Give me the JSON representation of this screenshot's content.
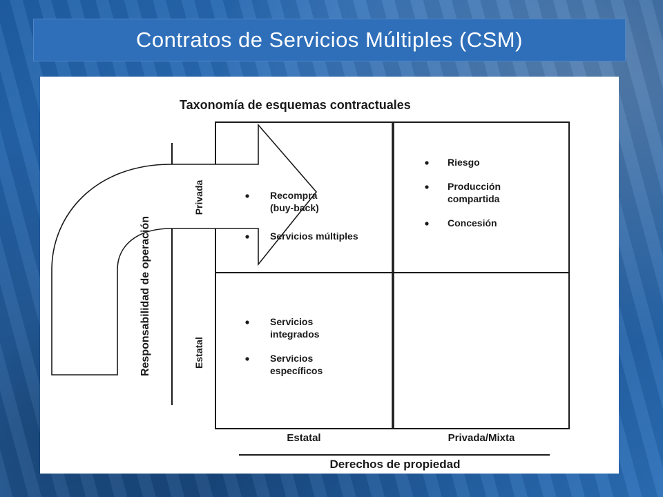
{
  "slide": {
    "title": "Contratos de Servicios Múltiples (CSM)"
  },
  "diagram": {
    "caption": "Taxonomía de esquemas contractuales",
    "y_axis_label": "Responsabilidad de operación",
    "x_axis_label": "Derechos de propiedad",
    "rows": [
      "Privada",
      "Estatal"
    ],
    "columns": [
      "Estatal",
      "Privada/Mixta"
    ],
    "quadrants": {
      "top_left": [
        {
          "lines": [
            "Recompra",
            "(buy-back)"
          ]
        },
        {
          "lines": [
            "Servicios múltiples"
          ]
        }
      ],
      "top_right": [
        {
          "lines": [
            "Riesgo"
          ]
        },
        {
          "lines": [
            "Producción",
            "compartida"
          ]
        },
        {
          "lines": [
            "Concesión"
          ]
        }
      ],
      "bottom_left": [
        {
          "lines": [
            "Servicios",
            "integrados"
          ]
        },
        {
          "lines": [
            "Servicios",
            "específicos"
          ]
        }
      ],
      "bottom_right": []
    }
  }
}
